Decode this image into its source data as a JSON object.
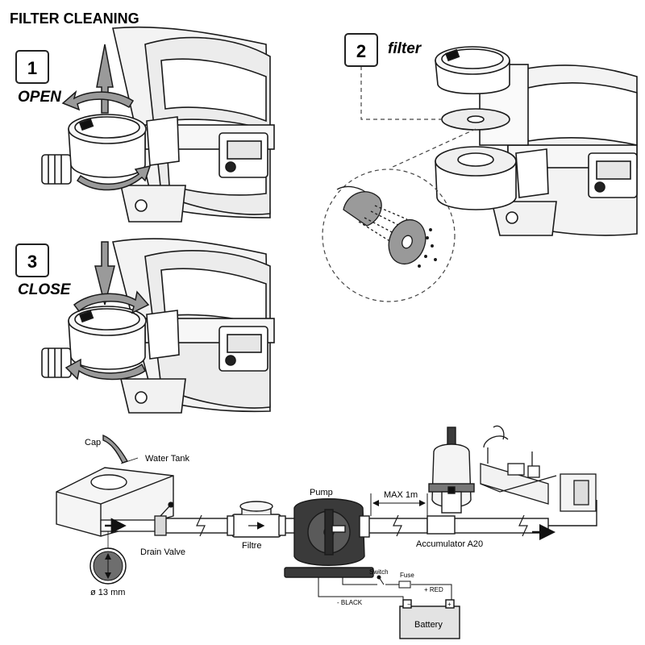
{
  "title": "FILTER CLEANING",
  "steps": [
    {
      "number": "1",
      "label": "OPEN"
    },
    {
      "number": "2",
      "label": "filter"
    },
    {
      "number": "3",
      "label": "CLOSE"
    }
  ],
  "schematic": {
    "cap": "Cap",
    "water_tank": "Water Tank",
    "drain_valve": "Drain Valve",
    "diameter": "ø 13 mm",
    "filtre": "Filtre",
    "pump": "Pump",
    "max_distance": "MAX 1m",
    "accumulator": "Accumulator A20",
    "switch": "Switch",
    "fuse": "Fuse",
    "red": "+ RED",
    "black": "- BLACK",
    "battery": "Battery",
    "battery_minus": "−",
    "battery_plus": "+"
  },
  "colors": {
    "line": "#1a1a1a",
    "arrow_fill": "#9a9a9a",
    "pump_body": "#3a3a3a",
    "light_fill": "#e9e9e9"
  }
}
